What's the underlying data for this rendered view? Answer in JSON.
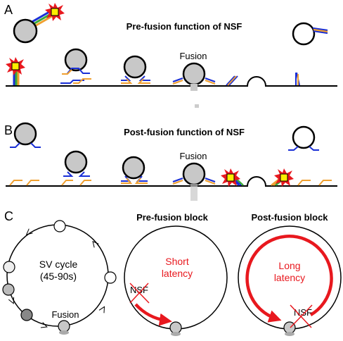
{
  "panels": {
    "a": {
      "letter": "A",
      "title": "Pre-fusion function of NSF",
      "fusion_label": "Fusion"
    },
    "b": {
      "letter": "B",
      "title": "Post-fusion function of NSF",
      "fusion_label": "Fusion"
    },
    "c": {
      "letter": "C",
      "sv_cycle": {
        "line1": "SV cycle",
        "line2": "(45-90s)",
        "fusion_label": "Fusion"
      },
      "pre_block": {
        "title": "Pre-fusion block",
        "latency_line1": "Short",
        "latency_line2": "latency",
        "nsf_label": "NSF"
      },
      "post_block": {
        "title": "Post-fusion block",
        "latency_line1": "Long",
        "latency_line2": "latency",
        "nsf_label": "NSF"
      }
    }
  },
  "colors": {
    "snare_blue": "#1a2fd6",
    "snare_orange": "#f0a030",
    "snare_green": "#3aaa3a",
    "latency_red": "#e8181e",
    "nsf_yellow": "#ffee00",
    "vesicle_fill": "#c8c8c8",
    "membrane": "#000000"
  },
  "icons": [
    "nsf-burst-icon",
    "vesicle-icon",
    "snare-complex-icon",
    "cross-mark-icon",
    "arrow-icon"
  ]
}
